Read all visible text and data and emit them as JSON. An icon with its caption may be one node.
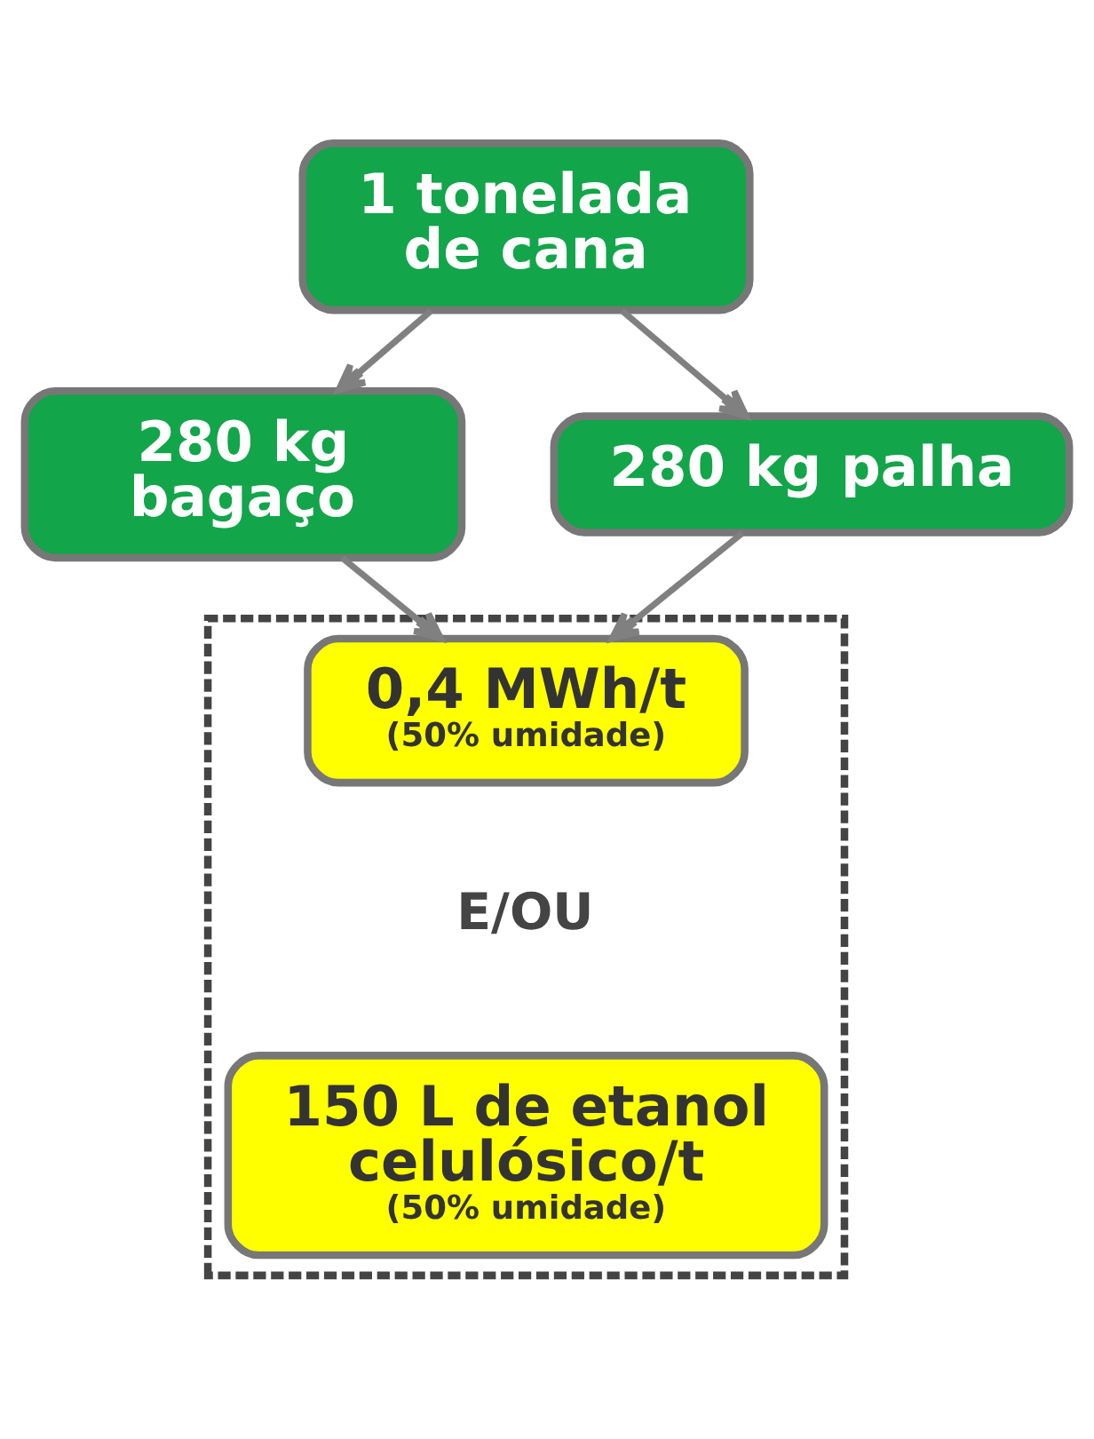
{
  "diagram": {
    "nodes": [
      {
        "text": [
          "1 tonelada de cana"
        ]
      },
      {
        "text": [
          "280 kg bagaço"
        ]
      },
      {
        "text": [
          "280 kg palha"
        ]
      },
      {
        "text": [],
        "shape": "box"
      },
      {
        "text": [
          "0,4 MWh/t",
          "(50% umidade)"
        ],
        "in": 3
      },
      {
        "text": [
          "150 L de etanol celulósico/t",
          "(50% umidade)"
        ],
        "in": 3
      }
    ],
    "edges": [
      {
        "from": 0,
        "to": 1,
        "arrow": "to"
      },
      {
        "from": 0,
        "to": 2,
        "arrow": "to"
      },
      {
        "from": 1,
        "to": 4,
        "arrow": "to"
      },
      {
        "from": 2,
        "to": 4,
        "arrow": "to"
      }
    ],
    "labels": [
      "E/OU"
    ]
  }
}
